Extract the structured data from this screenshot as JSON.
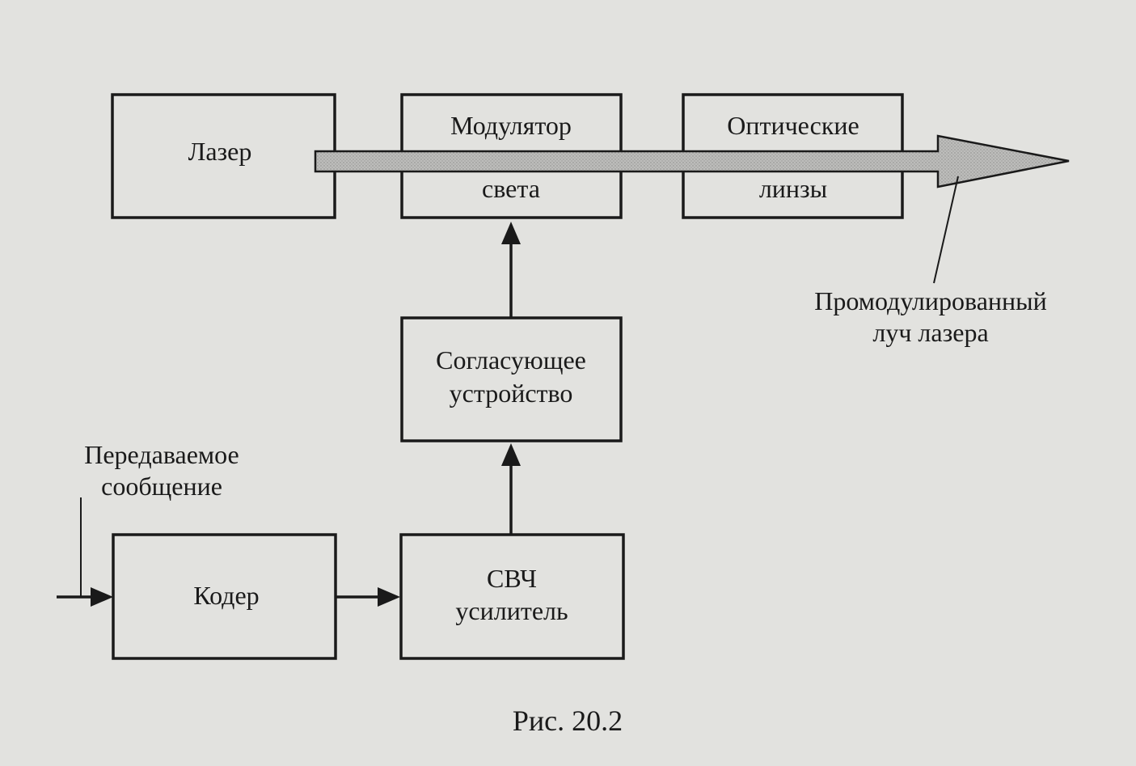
{
  "blocks": {
    "laser": "Лазер",
    "modulator_line1": "Модулятор",
    "modulator_line2": "света",
    "optics_line1": "Оптические",
    "optics_line2": "линзы",
    "matching_line1": "Согласующее",
    "matching_line2": "устройство",
    "coder": "Кодер",
    "amp_line1": "СВЧ",
    "amp_line2": "усилитель"
  },
  "notes": {
    "beam_line1": "Промодулированный",
    "beam_line2": "луч лазера",
    "message_line1": "Передаваемое",
    "message_line2": "сообщение"
  },
  "caption": "Рис. 20.2"
}
